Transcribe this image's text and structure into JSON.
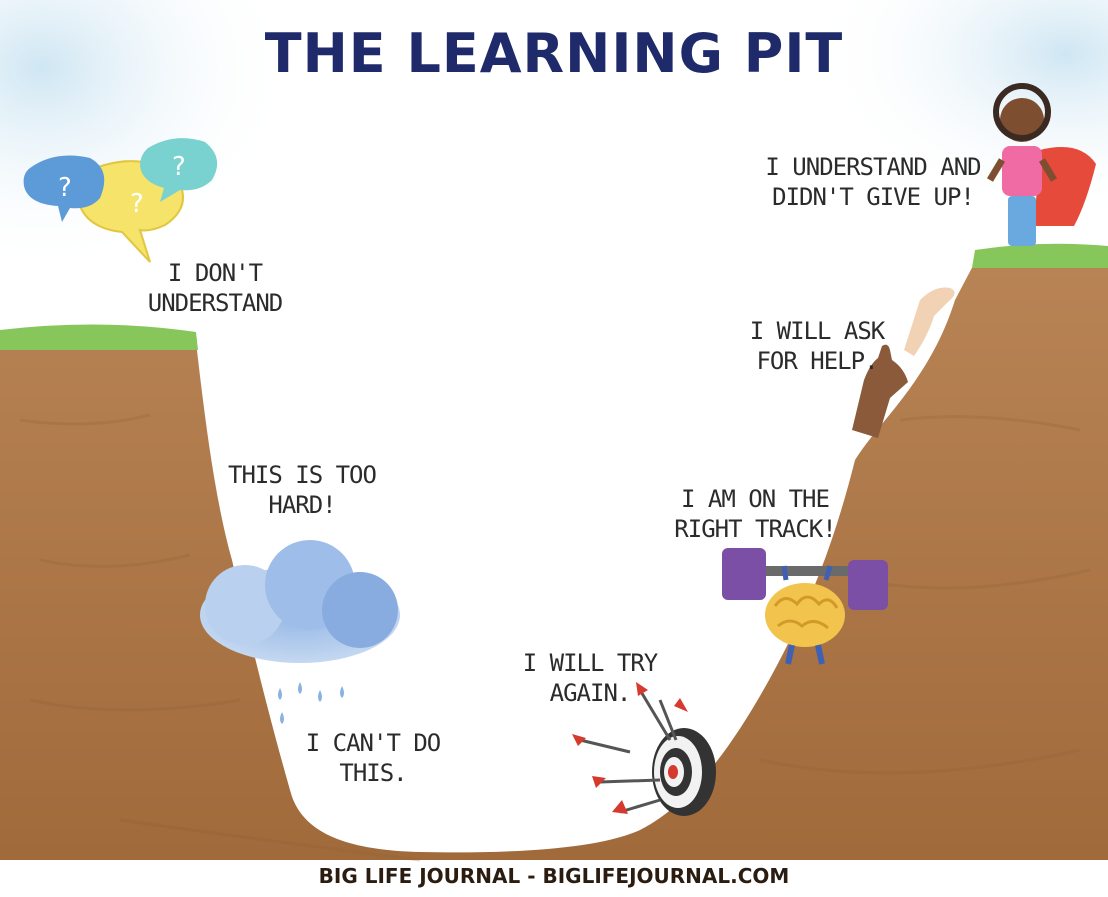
{
  "title": "THE LEARNING PIT",
  "stages": [
    {
      "id": "dont-understand",
      "line1": "I DON'T",
      "line2": "UNDERSTAND"
    },
    {
      "id": "too-hard",
      "line1": "THIS IS TOO",
      "line2": "HARD!"
    },
    {
      "id": "cant-do",
      "line1": "I CAN'T DO",
      "line2": "THIS."
    },
    {
      "id": "try-again",
      "line1": "I WILL TRY",
      "line2": "AGAIN."
    },
    {
      "id": "right-track",
      "line1": "I AM ON THE",
      "line2": "RIGHT TRACK!"
    },
    {
      "id": "ask-help",
      "line1": "I WILL ASK",
      "line2": "FOR HELP."
    },
    {
      "id": "didnt-give-up",
      "line1": "I UNDERSTAND AND",
      "line2": "DIDN'T GIVE UP!"
    }
  ],
  "footer": "BIG LIFE JOURNAL - BIGLIFEJOURNAL.COM",
  "colors": {
    "title": "#1f2a6b",
    "dirt": "#b07a48",
    "dirt_dark": "#8f5e33",
    "grass": "#86c65a",
    "sky": "#d8ecf6"
  },
  "icons": [
    "question-bubbles-icon",
    "rain-cloud-icon",
    "target-icon",
    "brain-weights-icon",
    "helping-hands-icon",
    "superhero-girl-icon"
  ]
}
